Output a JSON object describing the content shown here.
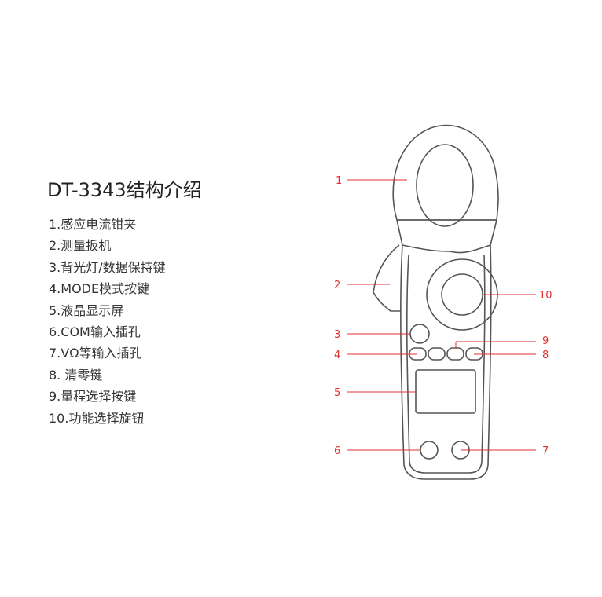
{
  "title": "DT-3343结构介绍",
  "parts": [
    "1.感应电流钳夹",
    "2.测量扳机",
    "3.背光灯/数据保持键",
    "4.MODE模式按键",
    "5.液晶显示屏",
    "6.COM输入插孔",
    "7.VΩ等输入插孔",
    "8. 清零键",
    "9.量程选择按键",
    "10.功能选择旋钮"
  ],
  "callouts": [
    "1",
    "2",
    "3",
    "4",
    "5",
    "6",
    "7",
    "8",
    "9",
    "10"
  ],
  "colors": {
    "callout": "#e03030",
    "outline": "#555555",
    "text": "#333333"
  }
}
